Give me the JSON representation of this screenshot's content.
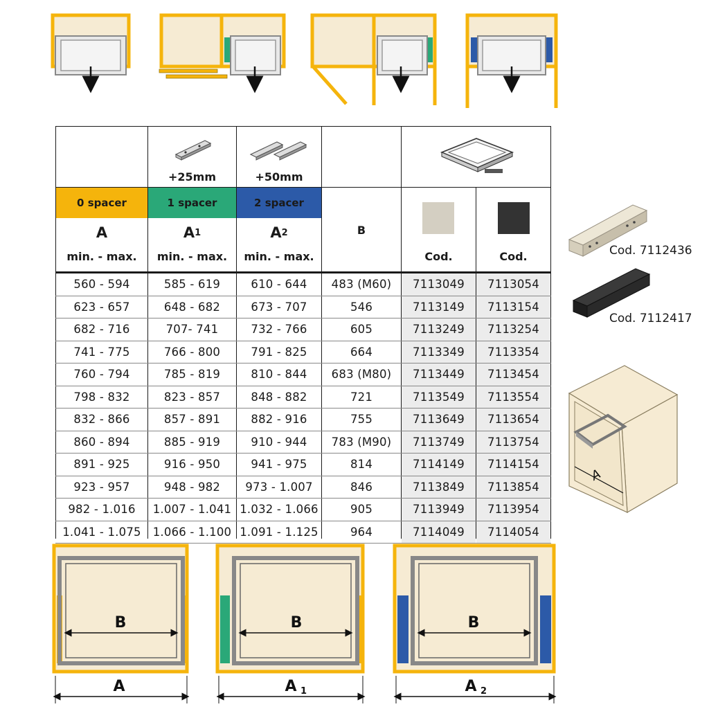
{
  "header": {
    "spacer1_label": "+25mm",
    "spacer2_label": "+50mm",
    "tag0": "0 spacer",
    "tag1": "1 spacer",
    "tag2": "2 spacer",
    "col_a": "A",
    "col_a1_main": "A",
    "col_a1_sub": "1",
    "col_a2_main": "A",
    "col_a2_sub": "2",
    "minmax": "min. - max.",
    "col_b": "B",
    "cod_light": "Cod.",
    "cod_dark": "Cod."
  },
  "rows": [
    {
      "a": "560 - 594",
      "a1": "585 - 619",
      "a2": "610 - 644",
      "b": "483 (M60)",
      "c1": "7113049",
      "c2": "7113054"
    },
    {
      "a": "623 - 657",
      "a1": "648 - 682",
      "a2": "673 - 707",
      "b": "546",
      "c1": "7113149",
      "c2": "7113154"
    },
    {
      "a": "682 - 716",
      "a1": "707- 741",
      "a2": "732 - 766",
      "b": "605",
      "c1": "7113249",
      "c2": "7113254"
    },
    {
      "a": "741 - 775",
      "a1": "766 - 800",
      "a2": "791 - 825",
      "b": "664",
      "c1": "7113349",
      "c2": "7113354"
    },
    {
      "a": "760 - 794",
      "a1": "785 - 819",
      "a2": "810 - 844",
      "b": "683 (M80)",
      "c1": "7113449",
      "c2": "7113454"
    },
    {
      "a": "798 - 832",
      "a1": "823 - 857",
      "a2": "848 - 882",
      "b": "721",
      "c1": "7113549",
      "c2": "7113554"
    },
    {
      "a": "832 - 866",
      "a1": "857 - 891",
      "a2": "882 - 916",
      "b": "755",
      "c1": "7113649",
      "c2": "7113654"
    },
    {
      "a": "860 - 894",
      "a1": "885 - 919",
      "a2": "910 - 944",
      "b": "783 (M90)",
      "c1": "7113749",
      "c2": "7113754"
    },
    {
      "a": "891 - 925",
      "a1": "916 - 950",
      "a2": "941 - 975",
      "b": "814",
      "c1": "7114149",
      "c2": "7114154"
    },
    {
      "a": "923 - 957",
      "a1": "948 - 982",
      "a2": "973 - 1.007",
      "b": "846",
      "c1": "7113849",
      "c2": "7113854"
    },
    {
      "a": "982 - 1.016",
      "a1": "1.007 - 1.041",
      "a2": "1.032 - 1.066",
      "b": "905",
      "c1": "7113949",
      "c2": "7113954"
    },
    {
      "a": "1.041 - 1.075",
      "a1": "1.066 - 1.100",
      "a2": "1.091 - 1.125",
      "b": "964",
      "c1": "7114049",
      "c2": "7114054"
    }
  ],
  "side": {
    "spacer_light_code": "Cod. 7112436",
    "spacer_dark_code": "Cod. 7112417",
    "cabinet_label": "A"
  },
  "bottom": {
    "d1_inner": "B",
    "d1_outer": "A",
    "d2_inner": "B",
    "d2_outer_main": "A",
    "d2_outer_sub": "1",
    "d3_inner": "B",
    "d3_outer_main": "A",
    "d3_outer_sub": "2"
  },
  "colors": {
    "frame_yellow": "#f5b40c",
    "cream": "#f6ebd3",
    "spacer_green": "#2aa878",
    "spacer_blue": "#2c5aa8",
    "code_light": "#d4cfc2",
    "code_dark": "#333333"
  }
}
